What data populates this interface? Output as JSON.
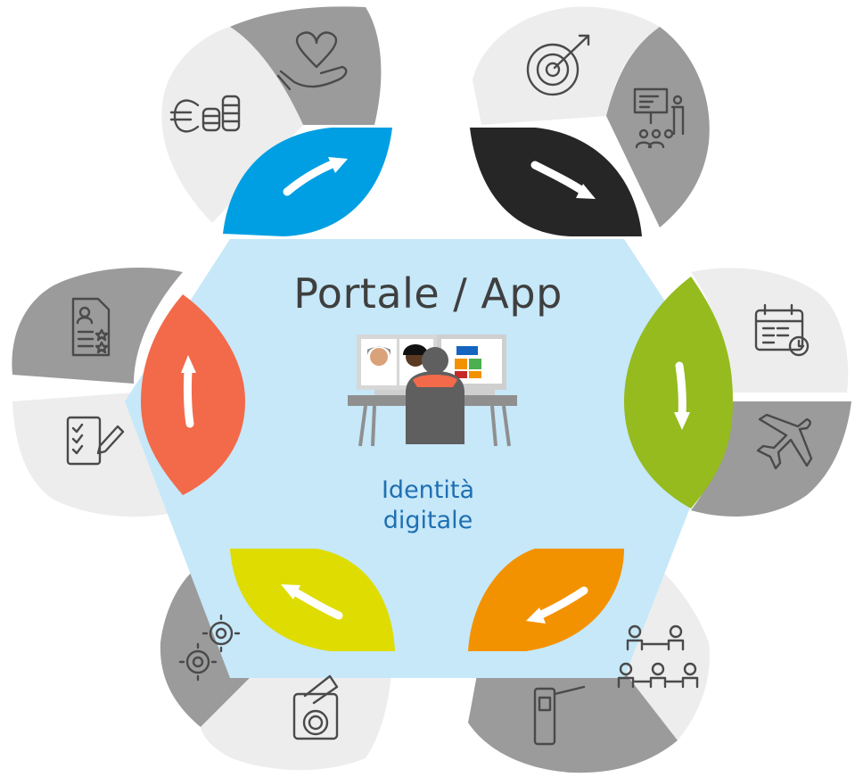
{
  "center": {
    "title": "Portale / App",
    "subtitle_line1": "Identità",
    "subtitle_line2": "digitale"
  },
  "colors": {
    "hexagon": "#c6e8f9",
    "outer_light": "#ededed",
    "outer_dark": "#9b9b9b",
    "icon_stroke": "#4a4a4a",
    "leaf_blue": "#009fe3",
    "leaf_black": "#262626",
    "leaf_green": "#95bb1f",
    "leaf_orange": "#f39200",
    "leaf_yellow": "#dedc00",
    "leaf_red": "#f26a4a",
    "subtitle": "#1f6fb2"
  },
  "petals": [
    {
      "color": "blue",
      "icons": [
        "euro-coins-icon",
        "heart-in-hand-icon"
      ]
    },
    {
      "color": "black",
      "icons": [
        "target-arrow-icon",
        "presentation-audience-icon"
      ]
    },
    {
      "color": "green",
      "icons": [
        "calendar-clock-icon",
        "airplane-icon"
      ]
    },
    {
      "color": "orange",
      "icons": [
        "people-connections-icon",
        "turnstile-gate-icon"
      ]
    },
    {
      "color": "yellow",
      "icons": [
        "time-clock-card-icon",
        "gears-icon"
      ]
    },
    {
      "color": "red",
      "icons": [
        "checklist-pencil-icon",
        "profile-document-icon"
      ]
    }
  ],
  "illustration": "person-at-computer-video-call-icon"
}
